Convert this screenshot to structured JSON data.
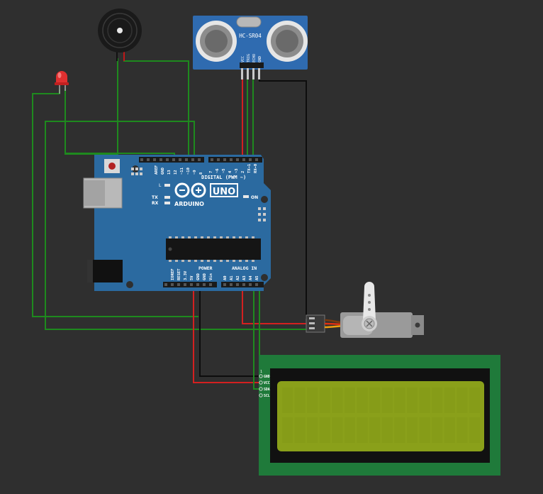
{
  "arduino": {
    "logo": "ARDUINO",
    "model": "UNO",
    "digital_label": "DIGITAL (PWM ~)",
    "analog_label": "ANALOG IN",
    "power_label": "POWER",
    "on_label": "ON",
    "l_label": "L",
    "tx_label": "TX",
    "rx_label": "RX",
    "top_pins": [
      "AREF",
      "GND",
      "13",
      "12",
      "~11",
      "~10",
      "~9",
      "8",
      "7",
      "~6",
      "~5",
      "4",
      "~3",
      "2",
      "TX→1",
      "RX←0"
    ],
    "power_pins": [
      "IOREF",
      "RESET",
      "3.3V",
      "5V",
      "GND",
      "GND",
      "Vin"
    ],
    "analog_pins": [
      "A0",
      "A1",
      "A2",
      "A3",
      "A4",
      "A5"
    ]
  },
  "sensor": {
    "name": "HC-SR04",
    "pins": [
      "VCC",
      "TRIG",
      "ECHO",
      "GND"
    ]
  },
  "lcd": {
    "pin1_label": "1",
    "pins": [
      "GND",
      "VCC",
      "SDA",
      "SCL"
    ]
  },
  "colors": {
    "background": "#2f2f2f",
    "board": "#2b6aa0",
    "wire_green": "#1e8a1e",
    "wire_red": "#d42020",
    "wire_black": "#0d0d0d",
    "lcd_pcb": "#1f7a3a",
    "lcd_screen": "#8aa01a",
    "led": "#e03030"
  },
  "icons": [
    "buzzer-icon",
    "led-icon",
    "servo-icon",
    "reset-button-icon",
    "infinity-logo-icon"
  ]
}
